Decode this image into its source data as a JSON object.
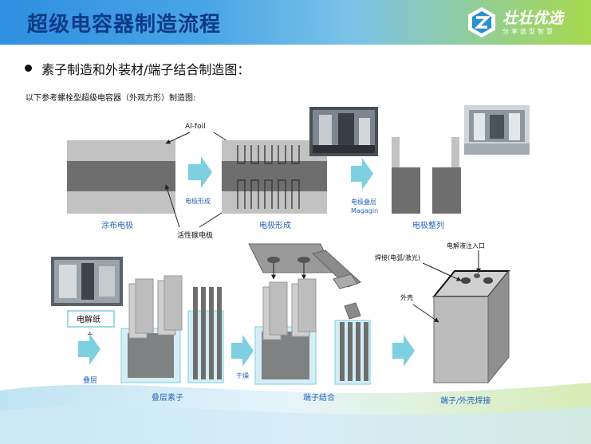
{
  "header": {
    "title": "超级电容器制造流程",
    "logo_name": "壮壮优选",
    "logo_slogan": "分享选型智慧"
  },
  "heading": "素子制造和外装材/端子结合制造图：",
  "intro": "以下参考螺栓型超级电容器（外观方形）制造图:",
  "diagram": {
    "al_foil": "Al-foil",
    "active_carbon": "活性碳电极",
    "step_coating": "涂布电极",
    "arrow_forming": "电极形成",
    "step_forming": "电极形成",
    "arrow_stacking": "电极叠层",
    "arrow_magagin": "Magagin",
    "step_arrange": "电极整列",
    "separator": "电解纸",
    "plus_sign": "+",
    "arrow_stack": "叠层",
    "step_element": "叠层素子",
    "arrow_dry": "干燥",
    "step_terminal": "端子结合",
    "welding": "焊接(电弧/激光)",
    "electrolyte_port": "电解液注入口",
    "case": "外壳",
    "step_welding": "端子/外壳焊接"
  },
  "colors": {
    "title": "#0d3a86",
    "label_blue": "#2a63b8",
    "arrow_fill": "#7ecfe0",
    "electrode_dark": "#6e6e6e",
    "electrode_light": "#c2c2c2"
  }
}
